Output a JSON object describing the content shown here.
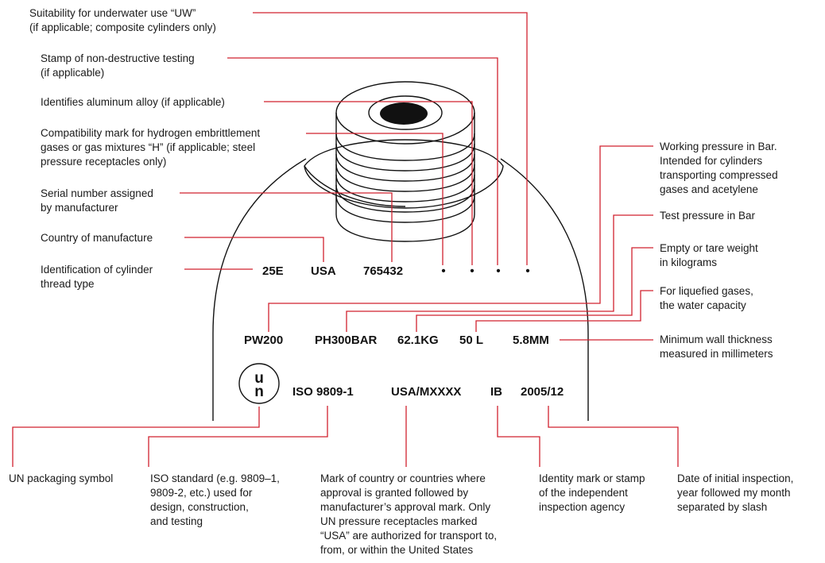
{
  "colors": {
    "leader": "#d1222f",
    "ink": "#111111"
  },
  "marks": {
    "thread": "25E",
    "country": "USA",
    "serial": "765432",
    "dots": [
      "•",
      "•",
      "•",
      "•"
    ],
    "pw": "PW200",
    "ph": "PH300BAR",
    "tare": "62.1KG",
    "capacity": "50 L",
    "wall": "5.8MM",
    "un_top": "u",
    "un_bottom": "n",
    "iso": "ISO 9809-1",
    "approval": "USA/MXXXX",
    "ib": "IB",
    "date": "2005/12"
  },
  "callouts": {
    "uw": [
      "Suitability for underwater use “UW”",
      "(if applicable; composite cylinders only)"
    ],
    "ndt": [
      "Stamp of non-destructive testing",
      "(if applicable)"
    ],
    "alloy": [
      "Identifies aluminum alloy (if applicable)"
    ],
    "hydrogen": [
      "Compatibility mark for hydrogen embrittlement",
      "gases or gas mixtures “H” (if applicable; steel",
      "pressure receptacles only)"
    ],
    "serial": [
      "Serial number assigned",
      "by manufacturer"
    ],
    "country": [
      "Country of manufacture"
    ],
    "thread": [
      "Identification of cylinder",
      "thread type"
    ],
    "working": [
      "Working pressure in Bar.",
      "Intended for cylinders",
      "transporting compressed",
      "gases and acetylene"
    ],
    "test": [
      "Test pressure in Bar"
    ],
    "tare": [
      "Empty or tare weight",
      "in kilograms"
    ],
    "liquefied": [
      "For liquefied gases,",
      "the water capacity"
    ],
    "wall": [
      "Minimum wall thickness",
      "measured in millimeters"
    ],
    "un_symbol": [
      "UN packaging symbol"
    ],
    "iso_std": [
      "ISO standard (e.g. 9809–1,",
      "9809-2, etc.) used for",
      "design, construction,",
      "and testing"
    ],
    "country_mark": [
      "Mark of country or countries where",
      "approval is granted followed by",
      "manufacturer’s approval mark. Only",
      "UN pressure receptacles marked",
      "“USA” are authorized for transport to,",
      "from, or within the United States"
    ],
    "identity": [
      "Identity mark or stamp",
      "of the independent",
      "inspection agency"
    ],
    "date_insp": [
      "Date of initial inspection,",
      "year followed my month",
      "separated by slash"
    ]
  }
}
